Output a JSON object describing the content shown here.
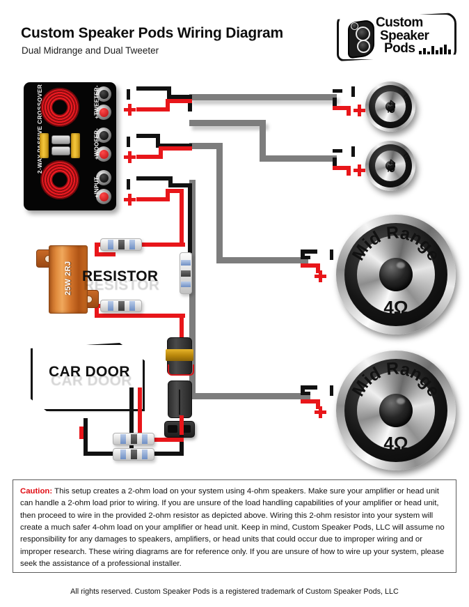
{
  "header": {
    "title": "Custom Speaker Pods Wiring Diagram",
    "subtitle": "Dual Midrange and Dual Tweeter"
  },
  "logo": {
    "line1": "Custom",
    "line2": "Speaker",
    "line3": "Pods",
    "eq_bars": [
      5,
      9,
      4,
      12,
      6,
      10,
      14,
      7
    ]
  },
  "crossover": {
    "label": "2-WAY PASSIVE CROSSOVER",
    "terminals": [
      {
        "label": "+TWEETER-"
      },
      {
        "label": "+WOOFER-"
      },
      {
        "label": "+INPUT-"
      }
    ]
  },
  "speakers": {
    "tweeters": [
      {
        "name": "tweeter",
        "impedance": "4Ω"
      },
      {
        "name": "tweeter",
        "impedance": "4Ω"
      }
    ],
    "midranges": [
      {
        "name": "Mid Range",
        "impedance": "4Ω"
      },
      {
        "name": "Mid Range",
        "impedance": "4Ω"
      }
    ]
  },
  "resistor": {
    "label": "RESISTOR",
    "body_text": "25W 2RJ"
  },
  "door": {
    "label": "CAR DOOR"
  },
  "polarity": {
    "plus": "+",
    "minus": "-"
  },
  "caution": {
    "keyword": "Caution:",
    "body": " This setup creates a 2-ohm load on your system using 4-ohm speakers.  Make sure your amplifier or head unit can handle a 2-ohm load prior to wiring.  If you are unsure of the load handling capabilities of your amplifier or head unit, then proceed to wire in the provided 2-ohm resistor as depicted above.  Wiring this 2-ohm resistor into your system will create a much safer 4-ohm load on your amplifier or head unit.  Keep in mind, Custom Speaker Pods, LLC will assume no responsibility for any damages to speakers, amplifiers, or head units that could occur due to improper wiring and or improper research.  These wiring diagrams are for reference only.  If you are unsure of how to wire up your system, please seek the assistance of a professional installer."
  },
  "footer": {
    "text": "All rights reserved. Custom Speaker Pods is a registered trademark of Custom Speaker Pods, LLC"
  },
  "colors": {
    "red_wire": "#e8161a",
    "black_wire": "#111111",
    "grey_cable": "#7d7d7d",
    "caution_red": "#e00b12",
    "resistor_orange": "#d4762c"
  }
}
